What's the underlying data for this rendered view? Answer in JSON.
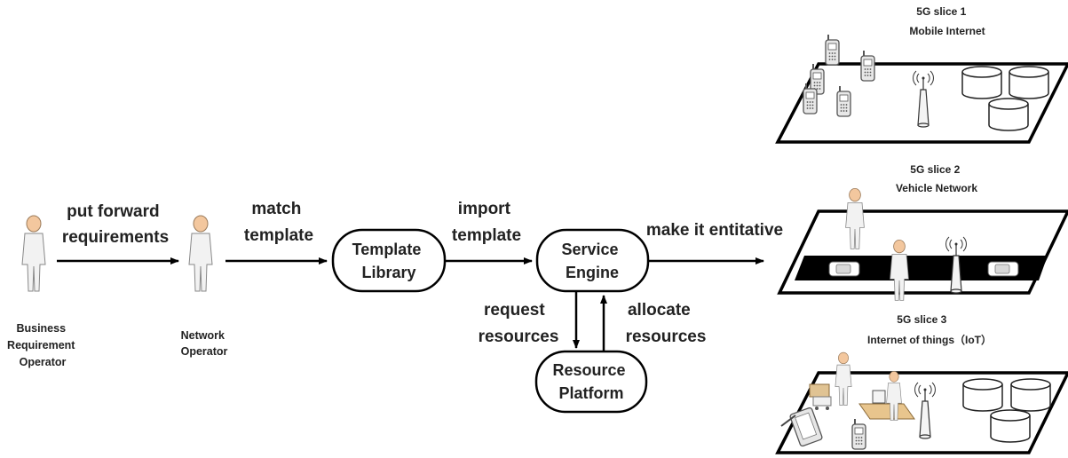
{
  "actors": {
    "business": [
      "Business",
      "Requirement",
      "Operator"
    ],
    "network": [
      "Network",
      "Operator"
    ]
  },
  "boxes": {
    "template_library": [
      "Template",
      "Library"
    ],
    "service_engine": [
      "Service",
      "Engine"
    ],
    "resource_platform": [
      "Resource",
      "Platform"
    ]
  },
  "arrows": {
    "put_forward": [
      "put forward",
      "requirements"
    ],
    "match": [
      "match",
      "template"
    ],
    "import": [
      "import",
      "template"
    ],
    "make": "make it entitative",
    "request": [
      "request",
      "resources"
    ],
    "allocate": [
      "allocate",
      "resources"
    ]
  },
  "slices": {
    "s1": [
      "5G slice 1",
      "Mobile Internet"
    ],
    "s2": [
      "5G slice 2",
      "Vehicle Network"
    ],
    "s3": [
      "5G slice 3",
      "Internet of things（IoT）"
    ]
  },
  "colors": {
    "person": "#f3c79e",
    "person_stroke": "#777777",
    "road": "#000000",
    "line": "#000000"
  }
}
